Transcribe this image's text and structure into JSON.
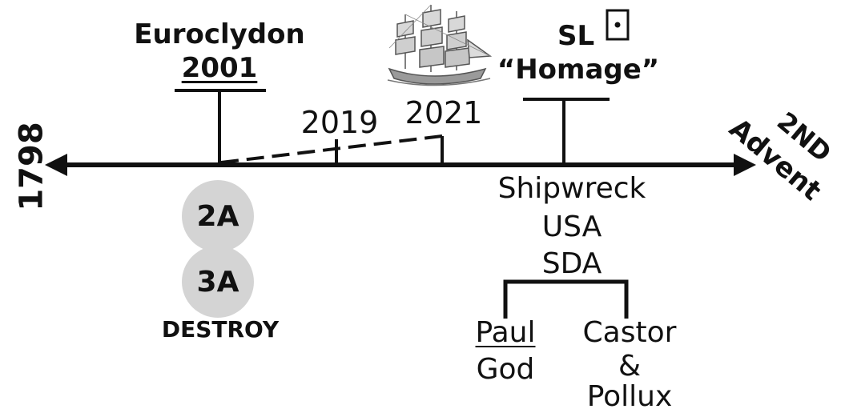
{
  "timeline": {
    "start_label": "1798",
    "end_top": "2ND",
    "end_bottom": "Advent"
  },
  "events": {
    "euroclydon": {
      "name": "Euroclydon",
      "year": "2001"
    },
    "year_2019": "2019",
    "year_2021": "2021",
    "sl": {
      "prefix": "SL",
      "title": "“Homage”",
      "icon": "square-dot-icon"
    },
    "ship_image": "sailing-ship-icon"
  },
  "below": {
    "circle_2a": "2A",
    "circle_3a": "3A",
    "destroy": "DESTROY",
    "shipwreck_lines": [
      "Shipwreck",
      "USA",
      "SDA"
    ],
    "left_branch": {
      "title": "Paul",
      "sub": "God"
    },
    "right_branch": {
      "lines": [
        "Castor",
        "&",
        "Pollux"
      ]
    }
  },
  "colors": {
    "line": "#111111",
    "circle": "#d4d4d4"
  }
}
